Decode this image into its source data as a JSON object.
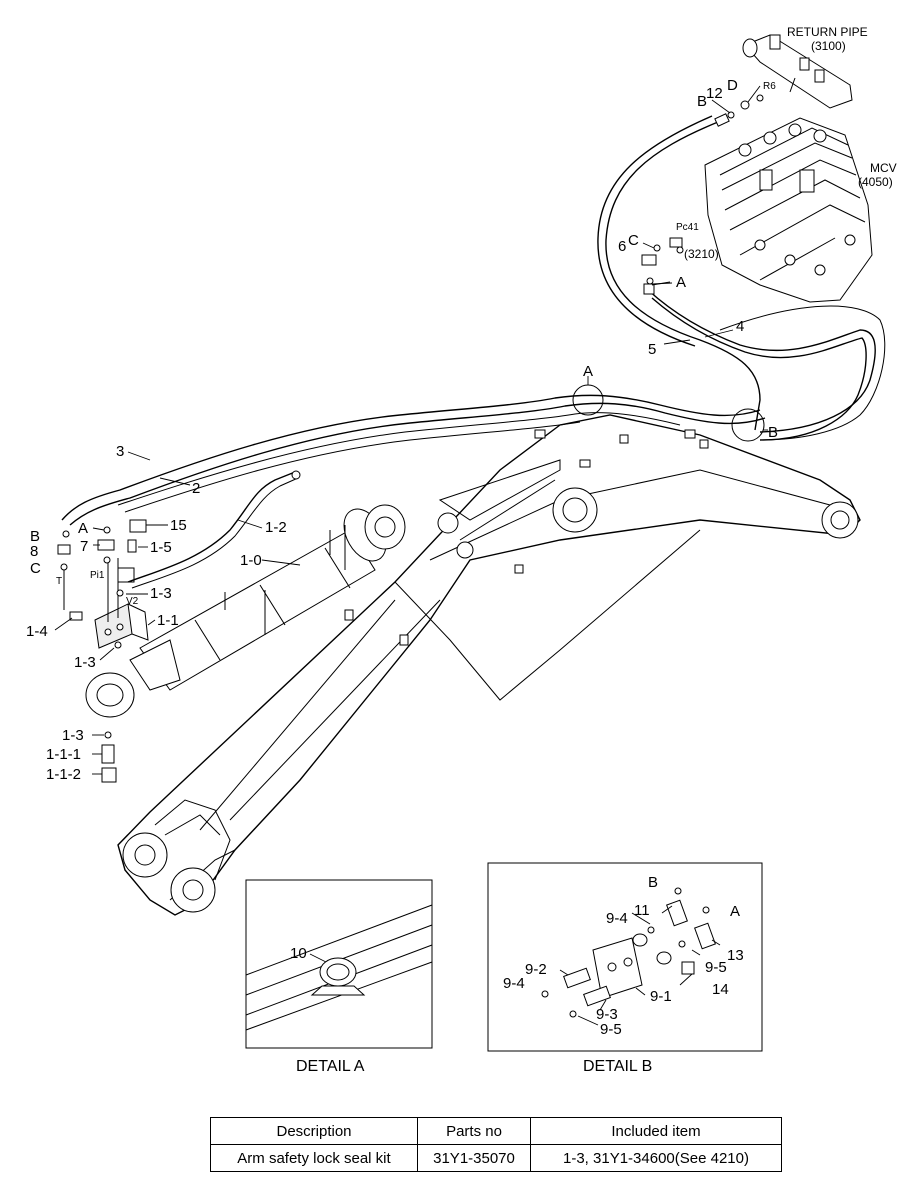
{
  "labels": {
    "return_pipe": "RETURN PIPE",
    "return_pipe_no": "(3100)",
    "mcv": "MCV",
    "mcv_no": "(4050)",
    "r6": "R6",
    "pc41": "Pc41",
    "pc41_no": "(3210)",
    "pi1": "Pi1",
    "v2": "V2",
    "t": "T",
    "p12": "12",
    "pD": "D",
    "pB_top": "B",
    "pC_top": "C",
    "p6": "6",
    "pA_top": "A",
    "p4": "4",
    "p5": "5",
    "pA_circle": "A",
    "pB_circle": "B",
    "p3": "3",
    "p2": "2",
    "pB_left": "B",
    "p8": "8",
    "pC_left": "C",
    "pA_left": "A",
    "p7": "7",
    "p15": "15",
    "p1_5": "1-5",
    "p1_2": "1-2",
    "p1_0": "1-0",
    "p1_3a": "1-3",
    "p1_1": "1-1",
    "p1_4": "1-4",
    "p1_3b": "1-3",
    "p1_3c": "1-3",
    "p1_1_1": "1-1-1",
    "p1_1_2": "1-1-2",
    "p10": "10",
    "pB_det": "B",
    "p9_4a": "9-4",
    "p11": "11",
    "pA_det": "A",
    "p13": "13",
    "p9_5a": "9-5",
    "p9_2": "9-2",
    "p9_4b": "9-4",
    "p14": "14",
    "p9_1": "9-1",
    "p9_3": "9-3",
    "p9_5b": "9-5"
  },
  "details": {
    "a_caption": "DETAIL A",
    "b_caption": "DETAIL B"
  },
  "kit_table": {
    "headers": [
      "Description",
      "Parts no",
      "Included item"
    ],
    "rows": [
      [
        "Arm safety lock seal kit",
        "31Y1-35070",
        "1-3, 31Y1-34600(See 4210)"
      ]
    ]
  }
}
